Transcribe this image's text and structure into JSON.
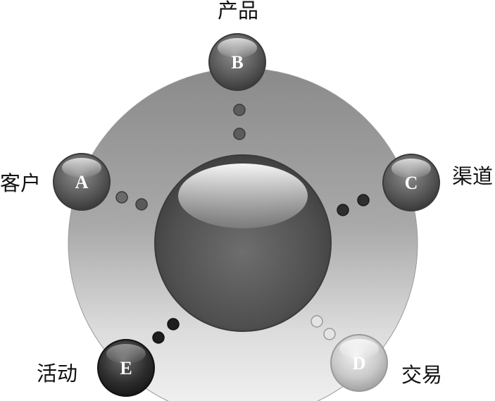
{
  "nodes": [
    {
      "letter": "B",
      "label": "产品"
    },
    {
      "letter": "A",
      "label": "客户"
    },
    {
      "letter": "C",
      "label": "渠道"
    },
    {
      "letter": "D",
      "label": "交易"
    },
    {
      "letter": "E",
      "label": "活动"
    }
  ],
  "colors": {
    "ring_top": "#888888",
    "ring_bottom": "#f2f2f2",
    "center_sphere": "#5a5a5a",
    "node_dark": "#2a2a2a",
    "node_mid": "#5c5c5c",
    "node_light": "#d0d0d0"
  }
}
